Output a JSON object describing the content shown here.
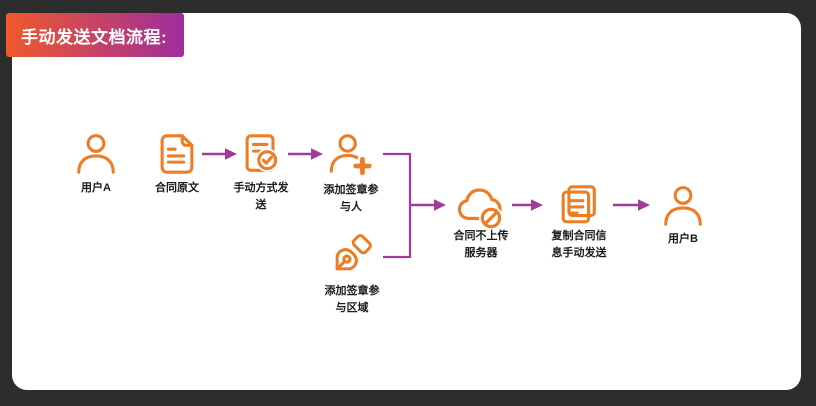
{
  "title": {
    "text": "手动发送文档流程:"
  },
  "colors": {
    "icon": "#ED7D24",
    "connector": "#A23A9C",
    "label": "#1B1B1B",
    "badge-start": "#F0592A",
    "badge-end": "#9F2D9D",
    "bg": "#2D2D2D",
    "panel": "#FFFFFF"
  },
  "flow": {
    "nodes": [
      {
        "id": "user-a",
        "icon": "person-icon",
        "label": "用户A"
      },
      {
        "id": "contract-original",
        "icon": "document-icon",
        "label": "合同原文"
      },
      {
        "id": "manual-send",
        "icon": "document-check-icon",
        "label": "手动方式发\n送"
      },
      {
        "id": "add-participant",
        "icon": "person-add-icon",
        "label": "添加签章参\n与人"
      },
      {
        "id": "add-sign-area",
        "icon": "pen-nib-icon",
        "label": "添加签章参\n与区域"
      },
      {
        "id": "no-upload-server",
        "icon": "cloud-blocked-icon",
        "label": "合同不上传\n服务器"
      },
      {
        "id": "copy-manual-send",
        "icon": "copy-documents-icon",
        "label": "复制合同信\n息手动发送"
      },
      {
        "id": "user-b",
        "icon": "person-icon",
        "label": "用户B"
      }
    ]
  }
}
